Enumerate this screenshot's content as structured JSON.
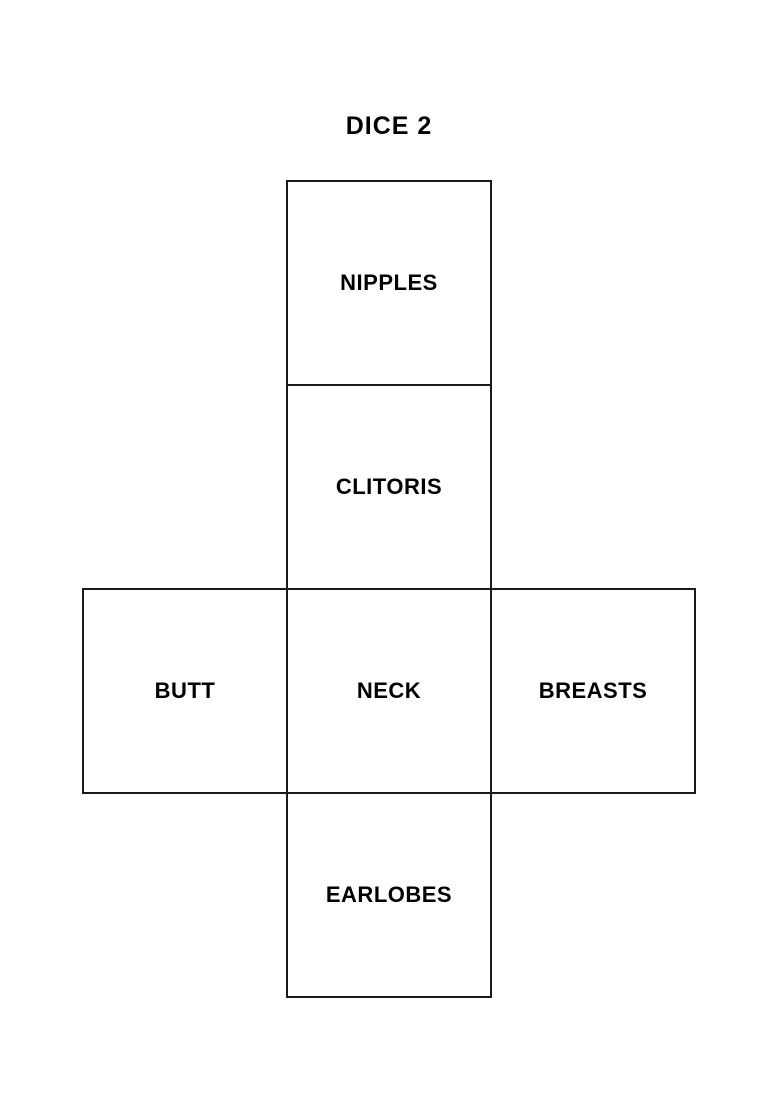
{
  "title": "DICE 2",
  "dice_net": {
    "faces": [
      {
        "label": "NIPPLES",
        "position": "top"
      },
      {
        "label": "CLITORIS",
        "position": "upper-middle"
      },
      {
        "label": "BUTT",
        "position": "left"
      },
      {
        "label": "NECK",
        "position": "center"
      },
      {
        "label": "BREASTS",
        "position": "right"
      },
      {
        "label": "EARLOBES",
        "position": "bottom"
      }
    ]
  },
  "colors": {
    "background": "#ffffff",
    "border": "#1a1a1a",
    "text": "#000000"
  }
}
